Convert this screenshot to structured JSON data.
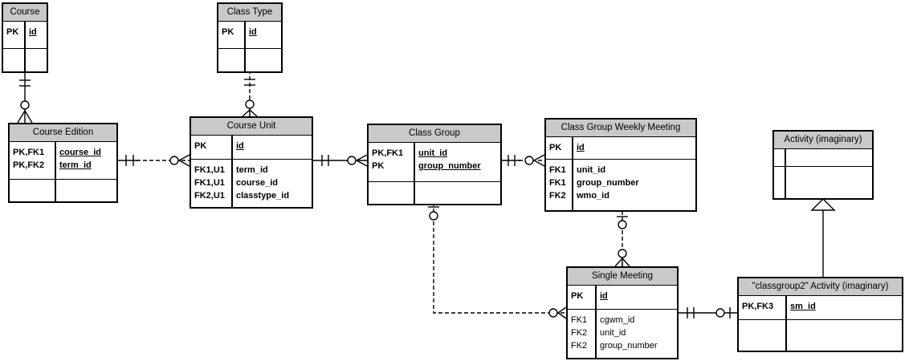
{
  "colors": {
    "background": "#ffffff",
    "table_header_bg": "#c9c9c9",
    "border": "#000000"
  },
  "tables": {
    "course": {
      "title": "Course",
      "key_rows": [
        {
          "keys": "PK",
          "name": "id"
        }
      ],
      "rows": []
    },
    "class_type": {
      "title": "Class Type",
      "key_rows": [
        {
          "keys": "PK",
          "name": "id"
        }
      ],
      "rows": []
    },
    "course_edition": {
      "title": "Course Edition",
      "key_rows": [
        {
          "keys": "PK,FK1",
          "name": "course_id"
        },
        {
          "keys": "PK,FK2",
          "name": "term_id"
        }
      ],
      "rows": []
    },
    "course_unit": {
      "title": "Course Unit",
      "key_rows": [
        {
          "keys": "PK",
          "name": "id"
        }
      ],
      "rows": [
        {
          "keys": "FK1,U1",
          "name": "term_id",
          "bold": true
        },
        {
          "keys": "FK1,U1",
          "name": "course_id",
          "bold": true
        },
        {
          "keys": "FK2,U1",
          "name": "classtype_id",
          "bold": true
        }
      ]
    },
    "class_group": {
      "title": "Class Group",
      "key_rows": [
        {
          "keys": "PK,FK1",
          "name": "unit_id"
        },
        {
          "keys": "PK",
          "name": "group_number"
        }
      ],
      "rows": []
    },
    "cgwm": {
      "title": "Class Group Weekly Meeting",
      "key_rows": [
        {
          "keys": "PK",
          "name": "id"
        }
      ],
      "rows": [
        {
          "keys": "FK1",
          "name": "unit_id",
          "bold": true
        },
        {
          "keys": "FK1",
          "name": "group_number",
          "bold": true
        },
        {
          "keys": "FK2",
          "name": "wmo_id",
          "bold": true
        }
      ]
    },
    "activity": {
      "title": "Activity (imaginary)",
      "key_rows": [],
      "rows": []
    },
    "single_meeting": {
      "title": "Single Meeting",
      "key_rows": [
        {
          "keys": "PK",
          "name": "id"
        }
      ],
      "rows": [
        {
          "keys": "FK1",
          "name": "cgwm_id",
          "bold": false
        },
        {
          "keys": "FK2",
          "name": "unit_id",
          "bold": false
        },
        {
          "keys": "FK2",
          "name": "group_number",
          "bold": false
        }
      ]
    },
    "classgroup2_activity": {
      "title": "\"classgroup2\" Activity (imaginary)",
      "key_rows": [
        {
          "keys": "PK,FK3",
          "name": "sm_id"
        }
      ],
      "rows": []
    }
  },
  "relationships": [
    {
      "from": "course",
      "to": "course_edition",
      "from_cardinality": "exactly-one",
      "to_cardinality": "zero-or-many",
      "line_style": "solid",
      "type": "identifying"
    },
    {
      "from": "class_type",
      "to": "course_unit",
      "from_cardinality": "exactly-one",
      "to_cardinality": "zero-or-many",
      "line_style": "dashed",
      "type": "non-identifying"
    },
    {
      "from": "course_edition",
      "to": "course_unit",
      "from_cardinality": "exactly-one",
      "to_cardinality": "zero-or-many",
      "line_style": "dashed",
      "type": "non-identifying"
    },
    {
      "from": "course_unit",
      "to": "class_group",
      "from_cardinality": "exactly-one",
      "to_cardinality": "zero-or-many",
      "line_style": "solid",
      "type": "identifying"
    },
    {
      "from": "class_group",
      "to": "cgwm",
      "from_cardinality": "exactly-one",
      "to_cardinality": "zero-or-many",
      "line_style": "dashed",
      "type": "non-identifying"
    },
    {
      "from": "class_group",
      "to": "single_meeting",
      "from_cardinality": "zero-or-one",
      "to_cardinality": "zero-or-many",
      "line_style": "dashed",
      "type": "non-identifying"
    },
    {
      "from": "cgwm",
      "to": "single_meeting",
      "from_cardinality": "zero-or-one",
      "to_cardinality": "zero-or-many",
      "line_style": "dashed",
      "type": "non-identifying"
    },
    {
      "from": "single_meeting",
      "to": "classgroup2_activity",
      "from_cardinality": "exactly-one",
      "to_cardinality": "zero-or-one",
      "line_style": "solid",
      "type": "identifying"
    },
    {
      "from": "classgroup2_activity",
      "to": "activity",
      "line_style": "solid",
      "type": "generalization"
    }
  ]
}
